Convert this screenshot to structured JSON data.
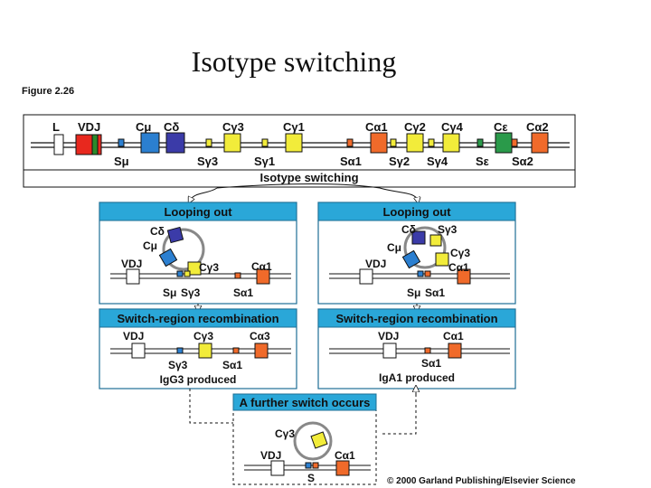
{
  "slide": {
    "title": "Isotype switching",
    "figure_label": "Figure 2.26",
    "copyright": "© 2000 Garland Publishing/Elsevier Science"
  },
  "colors": {
    "panel_header": "#2aa7d8",
    "panel_border": "#1e6f95",
    "L": "#ffffff",
    "VDJ_red": "#e8281e",
    "VDJ_green": "#2b8a2b",
    "C_mu": "#2b7fd0",
    "C_delta": "#3b3ba8",
    "C_gamma": "#f2ec3a",
    "C_alpha": "#f06a2a",
    "C_epsilon": "#2a9a4a",
    "switch_region": "#f06a2a"
  },
  "top_locus": {
    "gene_labels": [
      "L",
      "VDJ",
      "Cμ",
      "Cδ",
      "Cγ3",
      "Cγ1",
      "Cα1",
      "Cγ2",
      "Cγ4",
      "Cε",
      "Cα2"
    ],
    "switch_labels": [
      "Sμ",
      "Sγ3",
      "Sγ1",
      "Sα1",
      "Sγ2",
      "Sγ4",
      "Sε",
      "Sα2"
    ],
    "caption": "Isotype switching"
  },
  "panels": {
    "loop1": {
      "header": "Looping out",
      "labels": [
        "Cδ",
        "Cμ",
        "VDJ",
        "Cγ3",
        "Cα1",
        "Sμ",
        "Sγ3",
        "Sα1"
      ]
    },
    "loop2": {
      "header": "Looping out",
      "labels": [
        "Cδ",
        "Sγ3",
        "Cμ",
        "Cγ3",
        "VDJ",
        "Cα1",
        "Sμ",
        "Sα1"
      ]
    },
    "recomb1": {
      "header": "Switch-region recombination",
      "labels": [
        "VDJ",
        "Cγ3",
        "Cα3",
        "Sγ3",
        "Sα1"
      ],
      "product": "IgG3 produced"
    },
    "recomb2": {
      "header": "Switch-region recombination",
      "labels": [
        "VDJ",
        "Cα1",
        "Sα1"
      ],
      "product": "IgA1 produced"
    },
    "further": {
      "header": "A further switch occurs",
      "labels": [
        "Cγ3",
        "VDJ",
        "Cα1",
        "S"
      ]
    }
  }
}
